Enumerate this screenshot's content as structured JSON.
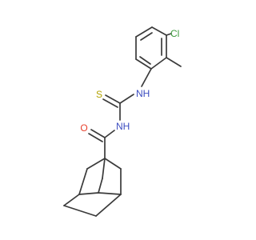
{
  "atoms": {
    "chlorine": "Cl",
    "sulfur": "S",
    "nitrogen_upper": "NH",
    "nitrogen_lower": "NH",
    "oxygen": "O"
  },
  "colors": {
    "bond": "#3a3a3a",
    "chlorine": "#3c9a3c",
    "sulfur": "#b3a300",
    "nitrogen": "#3b4cc0",
    "oxygen": "#e8412d"
  }
}
